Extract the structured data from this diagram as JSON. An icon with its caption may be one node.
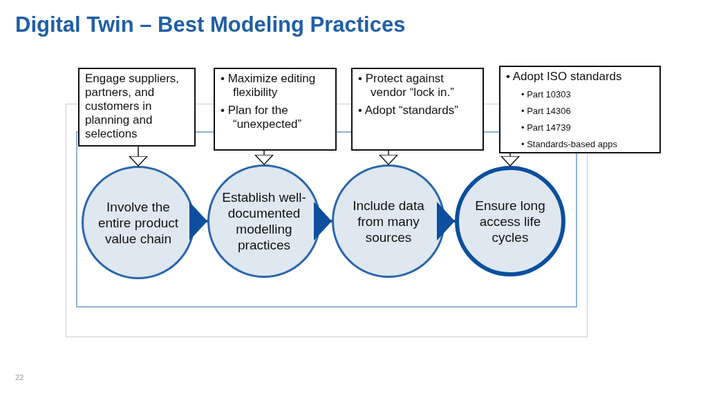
{
  "diagram": {
    "title": "Digital Twin – Best Modeling Practices",
    "nodes": [
      {
        "text": [
          "Engage suppliers, partners, and customers in planning and selections"
        ]
      },
      {
        "text": [
          "• Maximize editing flexibility",
          "• Plan for the “unexpected”"
        ]
      },
      {
        "text": [
          "• Protect against vendor “lock in.”",
          "• Adopt “standards”"
        ]
      },
      {
        "text": [
          "• Adopt ISO standards",
          "• Part 10303",
          "• Part 14306",
          "• Part 14739",
          "• Standards-based apps"
        ]
      },
      {
        "text": [
          "Involve the entire product value chain"
        ]
      },
      {
        "text": [
          "Establish well-documented modelling practices"
        ]
      },
      {
        "text": [
          "Include data from many sources"
        ]
      },
      {
        "text": [
          "Ensure long access life cycles"
        ]
      }
    ],
    "edges": [
      {
        "from": 4,
        "to": 5,
        "arrow": "to",
        "style": "thick",
        "color": "#0b4f9e"
      },
      {
        "from": 5,
        "to": 6,
        "arrow": "to",
        "style": "thick",
        "color": "#0b4f9e"
      },
      {
        "from": 6,
        "to": 7,
        "arrow": "to",
        "style": "thick",
        "color": "#0b4f9e"
      },
      {
        "from": 0,
        "to": 4,
        "arrow": "to"
      },
      {
        "from": 1,
        "to": 5,
        "arrow": "to"
      },
      {
        "from": 2,
        "to": 6,
        "arrow": "to"
      },
      {
        "from": 3,
        "to": 7,
        "arrow": "to"
      }
    ],
    "labels": [
      "22"
    ]
  }
}
